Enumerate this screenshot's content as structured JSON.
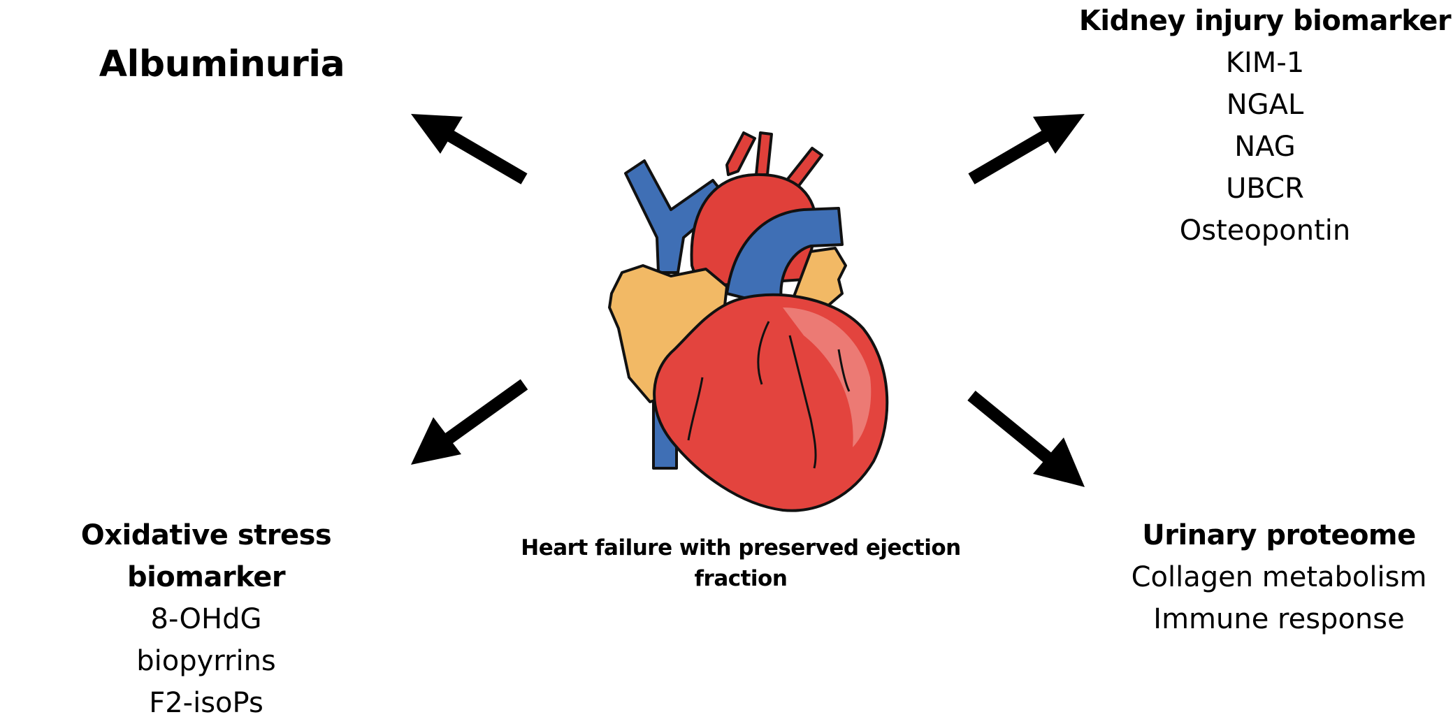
{
  "center_label": "Heart failure with preserved ejection fraction",
  "albuminuria": {
    "title": "Albuminuria"
  },
  "kidney": {
    "title": "Kidney injury biomarker",
    "items": [
      "KIM-1",
      "NGAL",
      "NAG",
      "UBCR",
      "Osteopontin"
    ]
  },
  "oxidative": {
    "title": "Oxidative stress biomarker",
    "items": [
      "8-OHdG",
      "biopyrrins",
      "F2-isoPs"
    ]
  },
  "urinary": {
    "title": "Urinary proteome",
    "items": [
      "Collagen metabolism",
      "Immune response"
    ]
  },
  "colors": {
    "arrow": "#000000",
    "vein": "#3f6fb5",
    "artery": "#e0403a",
    "atrium": "#f2b965",
    "ventricle": "#e3443e"
  },
  "icons": [
    "heart-illustration",
    "arrow-up-left",
    "arrow-up-right",
    "arrow-down-left",
    "arrow-down-right"
  ]
}
